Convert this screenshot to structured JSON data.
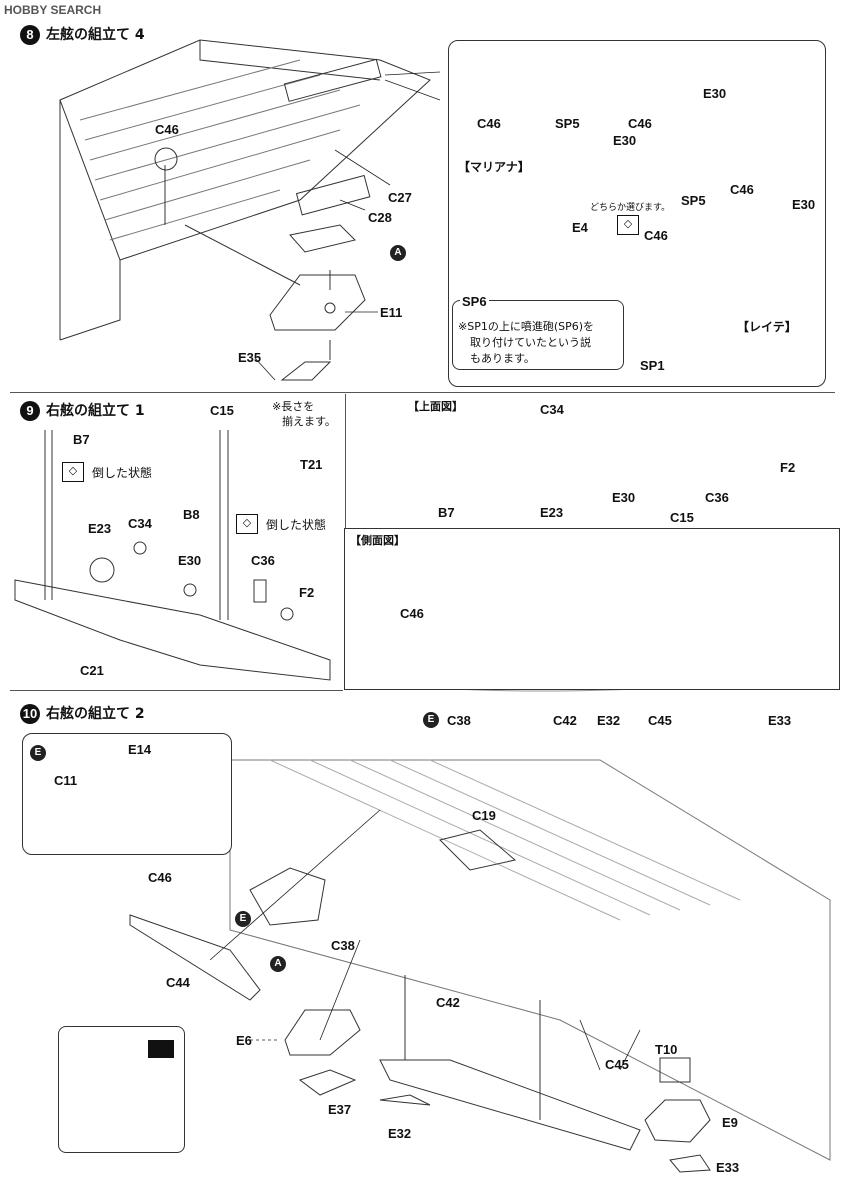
{
  "watermark": "HOBBY SEARCH",
  "step8": {
    "number": "8",
    "title": "左舷の組立て 4",
    "labels": [
      "C46",
      "C27",
      "C28",
      "E11",
      "E35"
    ],
    "marker_a": "A",
    "detail": {
      "top_labels": [
        "C46",
        "SP5",
        "C46",
        "E30"
      ],
      "e30": "E30",
      "variant1": "【マリアナ】",
      "e4": "E4",
      "choose_note": "どちらか選びます。",
      "c46_left": "C46",
      "sp5": "SP5",
      "c46_right": "C46",
      "e30_right": "E30",
      "variant2": "【レイテ】",
      "sp1": "SP1",
      "sp6_title": "SP6",
      "sp6_note": [
        "※SP1の上に噴進砲(SP6)を",
        "取り付けていたという説",
        "もあります。"
      ]
    }
  },
  "step9": {
    "number": "9",
    "title": "右舷の組立て 1",
    "b7": "B7",
    "state_note": "倒した状態",
    "length_note": [
      "※長さを",
      "揃えます。"
    ],
    "c15": "C15",
    "t21": "T21",
    "b8": "B8",
    "state_note2": "倒した状態",
    "labels": [
      "E23",
      "C34",
      "E30",
      "C36",
      "F2",
      "C21"
    ],
    "top_view": {
      "title": "【上面図】",
      "labels": [
        "C34",
        "F2",
        "E30",
        "C36",
        "B7",
        "E23",
        "C15"
      ]
    },
    "side_view": {
      "title": "【側面図】",
      "labels": [
        "C46",
        "C38",
        "C42",
        "E32",
        "C45",
        "E33"
      ],
      "marker_e": "E"
    }
  },
  "step10": {
    "number": "10",
    "title": "右舷の組立て 2",
    "sub": {
      "marker": "E",
      "e14": "E14",
      "c11": "C11"
    },
    "labels": [
      "C19",
      "C46",
      "C38",
      "C44",
      "E6",
      "E37",
      "E32",
      "C42",
      "C45",
      "T10",
      "E9",
      "E33"
    ],
    "marker_e": "E",
    "marker_a": "A"
  }
}
